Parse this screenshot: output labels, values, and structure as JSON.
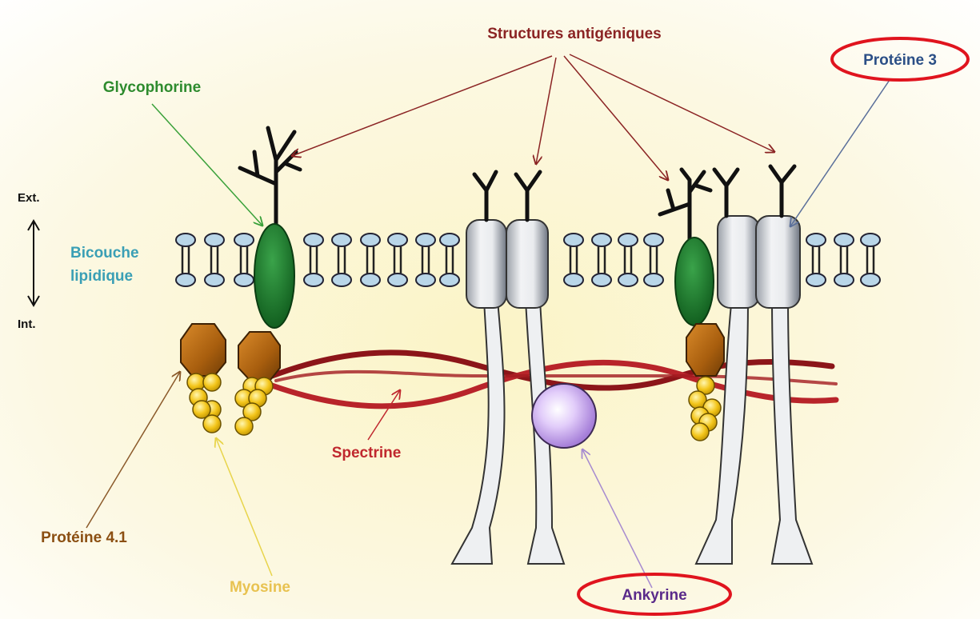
{
  "labels": {
    "structures": "Structures antigéniques",
    "glycophorine": "Glycophorine",
    "proteine3": "Protéine 3",
    "ext": "Ext.",
    "int": "Int.",
    "bicouche_line1": "Bicouche",
    "bicouche_line2": "lipidique",
    "spectrine": "Spectrine",
    "proteine41": "Protéine 4.1",
    "myosine": "Myosine",
    "ankyrine": "Ankyrine"
  },
  "colors": {
    "background_top": "#fdfdf8",
    "background_center": "#fbf6d2",
    "structures": "#8b2424",
    "glycophorine": "#2e8b2e",
    "proteine3": "#2b4f86",
    "bicouche": "#3a9fb5",
    "spectrine": "#c0282e",
    "proteine41": "#8b4f12",
    "myosine": "#e8c250",
    "ankyrine": "#5a2a8a",
    "highlight_circle": "#e0141e",
    "lipid_head": "#b9d6e8",
    "glyco_green": "#1f7a2a",
    "band3_fill": "#e4e6ea",
    "orange_hex": "#b86a0c",
    "myosin_ball": "#f1c419",
    "ankyrin_ball": "#cfb0f2",
    "spectrin_strand": "#a31a1f"
  },
  "icons": {
    "lipid": "phospholipid-icon",
    "glycophorin": "glycophorin-icon",
    "band3": "band3-protein-icon",
    "protein41": "protein-4-1-hexagon-icon",
    "myosin": "myosin-cluster-icon",
    "ankyrin": "ankyrin-sphere-icon",
    "spectrin": "spectrin-helix-icon"
  }
}
